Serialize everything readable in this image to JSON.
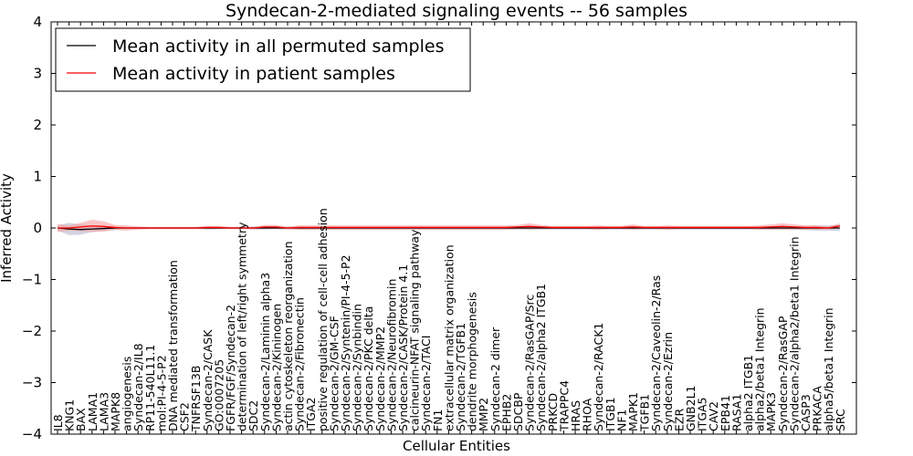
{
  "chart_data": {
    "type": "line",
    "title": "Syndecan-2-mediated signaling events -- 56 samples",
    "xlabel": "Cellular Entities",
    "ylabel": "Inferred Activity",
    "ylim": [
      -4,
      4
    ],
    "yticks": [
      "−4",
      "−3",
      "−2",
      "−1",
      "0",
      "1",
      "2",
      "3",
      "4"
    ],
    "grid": false,
    "legend_position": "top-left",
    "categories": [
      "IL8",
      "KNG1",
      "BAX",
      "LAMA1",
      "LAMA3",
      "MAPK8",
      "angiogenesis",
      "Syndecan-2/IL8",
      "RP11-540L11.1",
      "mol:PI-4-5-P2",
      "DNA mediated transformation",
      "CSF2",
      "TNFRSF13B",
      "Syndecan-2/CASK",
      "GO:0007205",
      "FGFR/FGF/Syndecan-2",
      "determination of left/right symmetry",
      "SDC2",
      "Syndecan-2/Laminin alpha3",
      "Syndecan-2/Kininogen",
      "actin cytoskeleton reorganization",
      "Syndecan-2/Fibronectin",
      "ITGA2",
      "positive regulation of cell-cell adhesion",
      "Syndecan-2/GM-CSF",
      "Syndecan-2/Syntenin/PI-4-5-P2",
      "Syndecan-2/Synbindin",
      "Syndecan-2/PKC delta",
      "Syndecan-2/MMP2",
      "Syndecan-2/Neurofibromin",
      "Syndecan-2/CASK/Protein 4.1",
      "calcineurin-NFAT signaling pathway",
      "Syndecan-2/TACI",
      "FN1",
      "extracellular matrix organization",
      "Syndecan-2/TGFB1",
      "dendrite morphogenesis",
      "MMP2",
      "Syndecan-2 dimer",
      "EPHB2",
      "SDCBP",
      "Syndecan-2/RasGAP/Src",
      "Syndecan-2/alpha2 ITGB1",
      "PRKCD",
      "TRAPPC4",
      "HRAS",
      "RHOA",
      "Syndecan-2/RACK1",
      "ITGB1",
      "NF1",
      "MAPK1",
      "TGFB1",
      "Syndecan-2/Caveolin-2/Ras",
      "Syndecan-2/Ezrin",
      "EZR",
      "GNB2L1",
      "ITGA5",
      "CAV2",
      "EPB41",
      "RASA1",
      "alpha2 ITGB1",
      "alpha2/beta1 Integrin",
      "MAPK3",
      "Syndecan-2/RasGAP",
      "Syndecan-2/alpha2/beta1 Integrin",
      "CASP3",
      "PRKACA",
      "alpha5/beta1 Integrin",
      "SRC"
    ],
    "series": [
      {
        "name": "Mean activity in all permuted samples",
        "color": "#000000",
        "band_color": "#b0b0c8",
        "values": [
          0.0,
          -0.02,
          -0.03,
          -0.02,
          -0.01,
          0.0,
          0.0,
          0.0,
          0.0,
          0.0,
          0.0,
          0.0,
          0.0,
          0.0,
          0.0,
          0.0,
          0.0,
          0.0,
          0.0,
          0.0,
          0.0,
          0.0,
          0.0,
          0.0,
          0.0,
          0.0,
          0.0,
          0.0,
          0.0,
          0.0,
          0.0,
          0.0,
          0.0,
          0.0,
          0.0,
          0.0,
          0.0,
          0.0,
          0.0,
          0.0,
          0.0,
          0.0,
          0.0,
          0.0,
          0.0,
          0.0,
          0.0,
          0.0,
          0.0,
          0.0,
          0.0,
          0.0,
          0.0,
          0.0,
          0.0,
          0.0,
          0.0,
          0.0,
          0.0,
          0.0,
          0.0,
          0.0,
          0.0,
          0.0,
          0.0,
          0.0,
          0.0,
          0.0,
          0.0
        ],
        "band": [
          0.05,
          0.12,
          0.1,
          0.06,
          0.04,
          0.03,
          0.02,
          0.02,
          0.02,
          0.02,
          0.02,
          0.02,
          0.02,
          0.03,
          0.02,
          0.02,
          0.02,
          0.03,
          0.03,
          0.02,
          0.03,
          0.03,
          0.03,
          0.03,
          0.03,
          0.03,
          0.03,
          0.03,
          0.03,
          0.03,
          0.03,
          0.03,
          0.03,
          0.03,
          0.03,
          0.03,
          0.03,
          0.03,
          0.03,
          0.03,
          0.03,
          0.03,
          0.03,
          0.03,
          0.03,
          0.03,
          0.03,
          0.03,
          0.03,
          0.03,
          0.03,
          0.03,
          0.03,
          0.03,
          0.03,
          0.03,
          0.03,
          0.03,
          0.03,
          0.03,
          0.03,
          0.03,
          0.03,
          0.03,
          0.03,
          0.04,
          0.05,
          0.05,
          0.06
        ]
      },
      {
        "name": "Mean activity in patient samples",
        "color": "#ff0000",
        "band_color": "#f2a0a0",
        "values": [
          0.0,
          0.0,
          0.02,
          0.04,
          0.03,
          0.01,
          0.0,
          0.0,
          0.0,
          0.0,
          0.0,
          0.0,
          0.0,
          0.01,
          0.01,
          0.0,
          0.0,
          0.0,
          0.02,
          0.02,
          0.0,
          0.01,
          0.01,
          0.01,
          0.01,
          0.01,
          0.01,
          0.01,
          0.01,
          0.01,
          0.01,
          0.01,
          0.01,
          0.01,
          0.01,
          0.01,
          0.01,
          0.01,
          0.01,
          0.01,
          0.02,
          0.03,
          0.02,
          0.01,
          0.01,
          0.01,
          0.01,
          0.01,
          0.01,
          0.01,
          0.02,
          0.01,
          0.01,
          0.01,
          0.01,
          0.01,
          0.01,
          0.01,
          0.01,
          0.01,
          0.01,
          0.01,
          0.02,
          0.03,
          0.02,
          0.01,
          0.01,
          0.0,
          0.04
        ],
        "band": [
          0.08,
          0.05,
          0.08,
          0.12,
          0.1,
          0.05,
          0.05,
          0.03,
          0.02,
          0.02,
          0.02,
          0.02,
          0.02,
          0.03,
          0.03,
          0.02,
          0.02,
          0.02,
          0.04,
          0.04,
          0.02,
          0.04,
          0.04,
          0.04,
          0.04,
          0.04,
          0.04,
          0.04,
          0.04,
          0.04,
          0.04,
          0.04,
          0.04,
          0.04,
          0.04,
          0.04,
          0.04,
          0.04,
          0.04,
          0.04,
          0.04,
          0.06,
          0.04,
          0.03,
          0.03,
          0.03,
          0.03,
          0.04,
          0.03,
          0.03,
          0.05,
          0.03,
          0.03,
          0.04,
          0.03,
          0.03,
          0.03,
          0.03,
          0.03,
          0.03,
          0.03,
          0.04,
          0.05,
          0.06,
          0.05,
          0.04,
          0.04,
          0.03,
          0.05
        ]
      }
    ]
  }
}
